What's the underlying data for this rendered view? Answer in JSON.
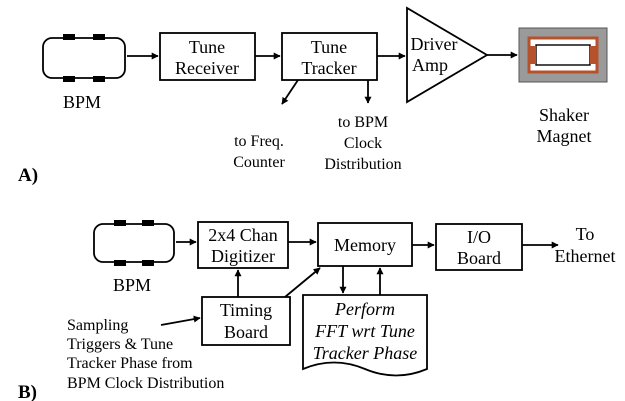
{
  "panel_a": {
    "label": "A)",
    "bpm_label": "BPM",
    "tune_receiver": [
      "Tune",
      "Receiver"
    ],
    "tune_tracker": [
      "Tune",
      "Tracker"
    ],
    "driver_amp": [
      "Driver",
      "Amp"
    ],
    "shaker_magnet": [
      "Shaker",
      "Magnet"
    ],
    "freq_counter": [
      "to Freq.",
      "Counter"
    ],
    "bpm_clock": [
      "to BPM",
      "Clock",
      "Distribution"
    ]
  },
  "panel_b": {
    "label": "B)",
    "bpm_label": "BPM",
    "digitizer": [
      "2x4 Chan",
      "Digitizer"
    ],
    "memory": "Memory",
    "io_board": [
      "I/O",
      "Board"
    ],
    "ethernet": [
      "To",
      "Ethernet"
    ],
    "timing_board": [
      "Timing",
      "Board"
    ],
    "fft": [
      "Perform",
      "FFT wrt Tune",
      "Tracker Phase"
    ],
    "sampling": [
      "Sampling",
      "Triggers & Tune",
      "Tracker Phase from",
      "BPM Clock Distribution"
    ]
  },
  "colors": {
    "magnet_frame": "#9a9a9a",
    "magnet_coil": "#b5522b"
  }
}
